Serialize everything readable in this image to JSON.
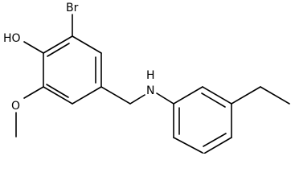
{
  "molecule": {
    "atoms": {
      "br": "Br",
      "ho": "HO",
      "o": "O",
      "nh": "H",
      "n": "N"
    }
  }
}
